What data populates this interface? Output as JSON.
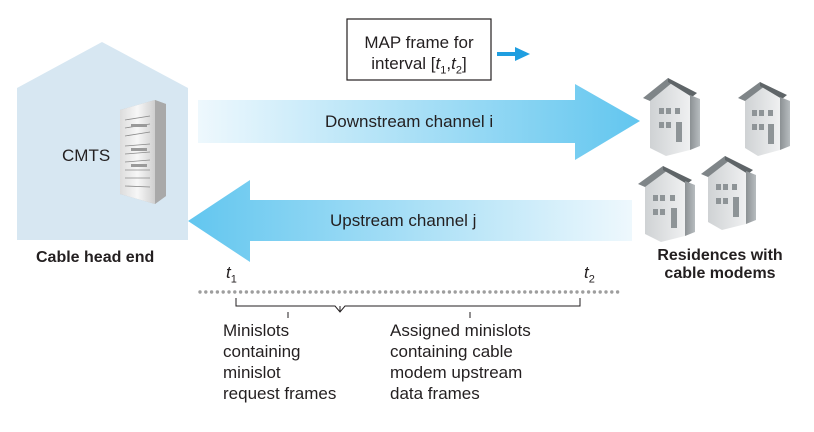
{
  "diagram": {
    "head_end": {
      "label": "Cable head end",
      "cmts_label": "CMTS"
    },
    "map_frame": {
      "line1": "MAP frame for",
      "line2_prefix": "interval [",
      "t1": "t",
      "t1_sub": "1",
      "sep": ",",
      "t2": "t",
      "t2_sub": "2",
      "line2_suffix": "]"
    },
    "downstream": {
      "label": "Downstream channel i"
    },
    "upstream": {
      "label": "Upstream channel j"
    },
    "residences": {
      "line1": "Residences with",
      "line2": "cable modems"
    },
    "timeline": {
      "t1": "t",
      "t1_sub": "1",
      "t2": "t",
      "t2_sub": "2",
      "minislots_request": [
        "Minislots",
        "containing",
        "minislot",
        "request frames"
      ],
      "minislots_assigned": [
        "Assigned minislots",
        "containing cable",
        "modem upstream",
        "data frames"
      ]
    },
    "colors": {
      "building": "#d7e7f2",
      "arrow_light": "#eaf6fd",
      "arrow_dark": "#6ccaf0",
      "map_arrow": "#1f9ee0",
      "dots": "#9e9e9e"
    }
  }
}
